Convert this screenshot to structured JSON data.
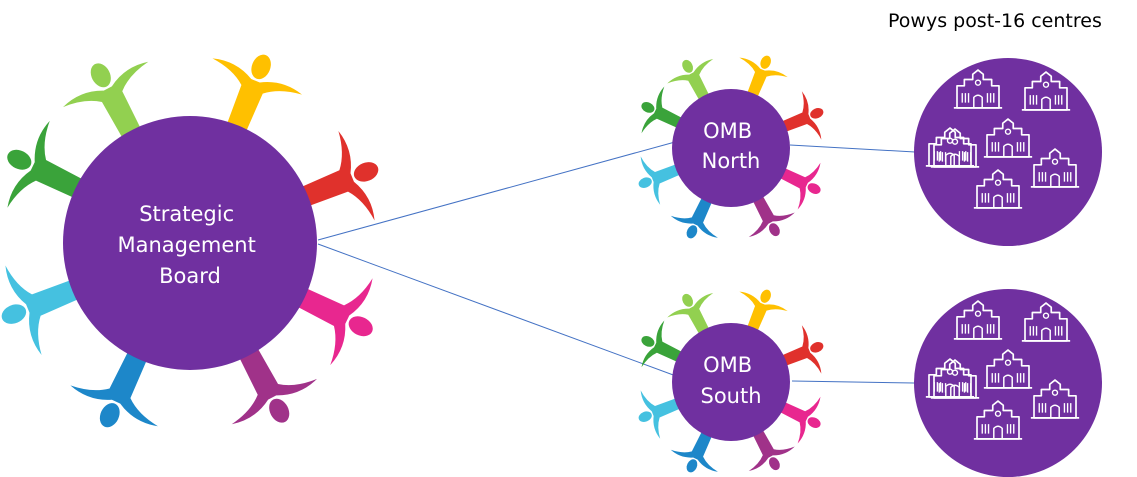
{
  "header": {
    "title": "Powys post-16 centres"
  },
  "colors": {
    "node_fill": "#7030a0",
    "connector": "#4472c4",
    "figures": [
      "#92d050",
      "#ffc000",
      "#e0312c",
      "#e8278f",
      "#a03289",
      "#1d87c9",
      "#45c1e0",
      "#3aa33a"
    ]
  },
  "strategic_board": {
    "label_lines": [
      "Strategic",
      "Management",
      "Board"
    ]
  },
  "omb_north": {
    "label_lines": [
      "OMB",
      "North"
    ]
  },
  "omb_south": {
    "label_lines": [
      "OMB",
      "South"
    ]
  },
  "centre_groups": [
    {
      "name": "north",
      "icon": "school-building-icon",
      "school_count": 7
    },
    {
      "name": "south",
      "icon": "school-building-icon",
      "school_count": 7
    }
  ]
}
